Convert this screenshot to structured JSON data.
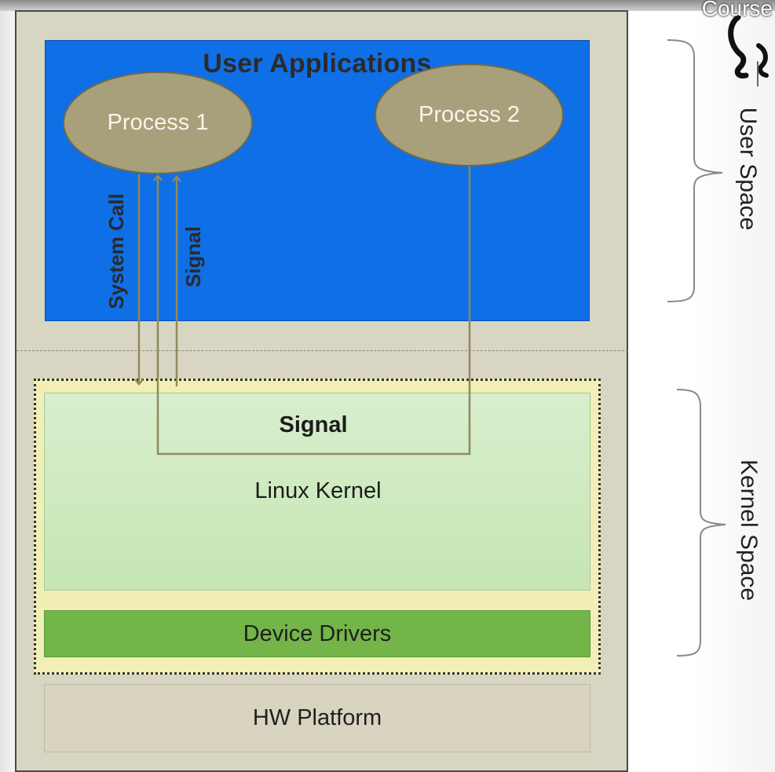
{
  "diagram": {
    "user_applications_label": "User Applications",
    "process1_label": "Process 1",
    "process2_label": "Process 2",
    "system_call_label": "System Call",
    "signal_arrow_label": "Signal",
    "kernel_signal_label": "Signal",
    "linux_kernel_label": "Linux Kernel",
    "device_drivers_label": "Device Drivers",
    "hw_platform_label": "HW Platform",
    "user_space_label": "User Space",
    "kernel_space_label": "Kernel Space"
  },
  "overlay": {
    "corner_text": "Course"
  },
  "colors": {
    "user_area": "#0f6fe6",
    "process_fill": "#a8a07a",
    "kernel_box": "#c6e6b5",
    "kernel_outer": "#f1efb6",
    "device_drivers": "#74b54a",
    "hw_platform": "#d8d4c0",
    "arrow": "#8f8a5c"
  }
}
